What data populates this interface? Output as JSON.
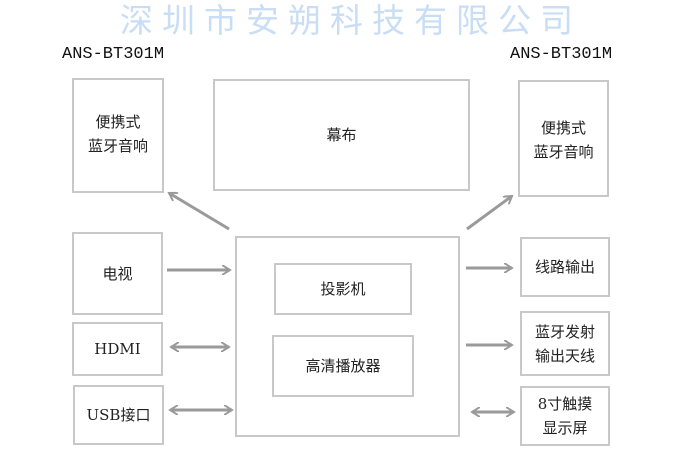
{
  "models": {
    "left": "ANS-BT301M",
    "right": "ANS-BT301M"
  },
  "boxes": {
    "left_speaker": "便携式\n蓝牙音响",
    "right_speaker": "便携式\n蓝牙音响",
    "screen": "幕布",
    "tv": "电视",
    "hdmi": "HDMI",
    "usb": "USB接口",
    "projector": "投影机",
    "player": "高清播放器",
    "line_out": "线路输出",
    "bt_antenna": "蓝牙发射\n输出天线",
    "touch_screen": "8寸触摸\n显示屏"
  },
  "watermark": "深圳市安朔科技有限公司",
  "colors": {
    "border": "#c8c8c8",
    "arrow": "#9a9a9a",
    "watermark": "#c9ddf5"
  }
}
